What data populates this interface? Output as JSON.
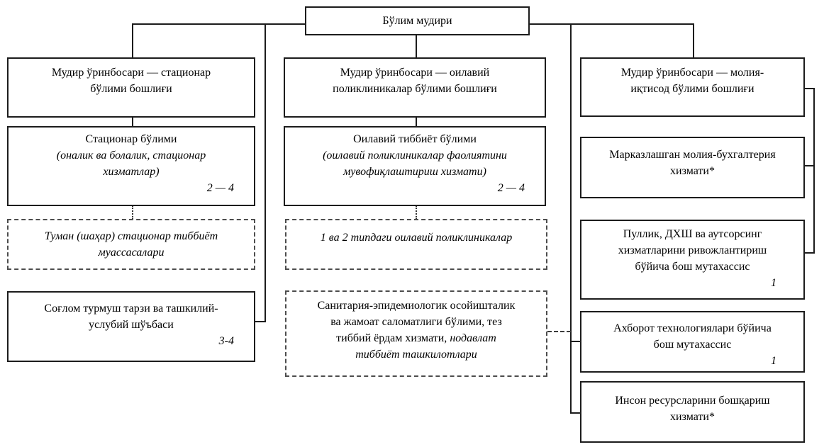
{
  "root": {
    "title": "Бўлим мудири"
  },
  "left": {
    "header": {
      "l1": "Мудир ўринбосари — стационар",
      "l2": "бўлими бошлиғи"
    },
    "dept": {
      "title": "Стационар бўлими",
      "sub1": "(оналик ва болалик, стационар",
      "sub2": "хизматлар)",
      "count": "2 — 4"
    },
    "dashed": {
      "l1": "Туман (шаҳар) стационар тиббиёт",
      "l2": "муассасалари"
    },
    "unit": {
      "l1": "Соғлом турмуш тарзи ва ташкилий-",
      "l2": "услубий шўъбаси",
      "count": "3-4"
    }
  },
  "middle": {
    "header": {
      "l1": "Мудир ўринбосари — оилавий",
      "l2": "поликлиникалар бўлими бошлиғи"
    },
    "dept": {
      "title": "Оилавий тиббиёт бўлими",
      "sub1": "(оилавий поликлиникалар фаолиятини",
      "sub2": "мувофиқлаштириш хизмати)",
      "count": "2 — 4"
    },
    "dashed1": {
      "l1": "1 ва 2 типдаги оилавий поликлиникалар"
    },
    "dashed2": {
      "l1": "Санитария-эпидемиологик осойишталик",
      "l2": "ва жамоат саломатлиги бўлими, тез",
      "l3a": "тиббий ёрдам хизмати, ",
      "l3b": "нодавлат",
      "l4": "тиббиёт ташкилотлари"
    }
  },
  "right": {
    "header": {
      "l1": "Мудир ўринбосари — молия-",
      "l2": "иқтисод бўлими бошлиғи"
    },
    "finance": {
      "l1": "Марказлашган молия-бухгалтерия",
      "l2": "хизмати*"
    },
    "paid": {
      "l1": "Пуллик, ДХШ ва аутсорсинг",
      "l2": "хизматларини ривожлантириш",
      "l3": "бўйича бош мутахассис",
      "count": "1"
    },
    "it": {
      "l1": "Ахборот технологиялари бўйича",
      "l2": "бош мутахассис",
      "count": "1"
    },
    "hr": {
      "l1": "Инсон ресурсларини бошқариш",
      "l2": "хизмати*"
    }
  },
  "colors": {
    "line": "#1c1c1c",
    "dashed_border": "#4d4d4d",
    "background": "#ffffff"
  }
}
